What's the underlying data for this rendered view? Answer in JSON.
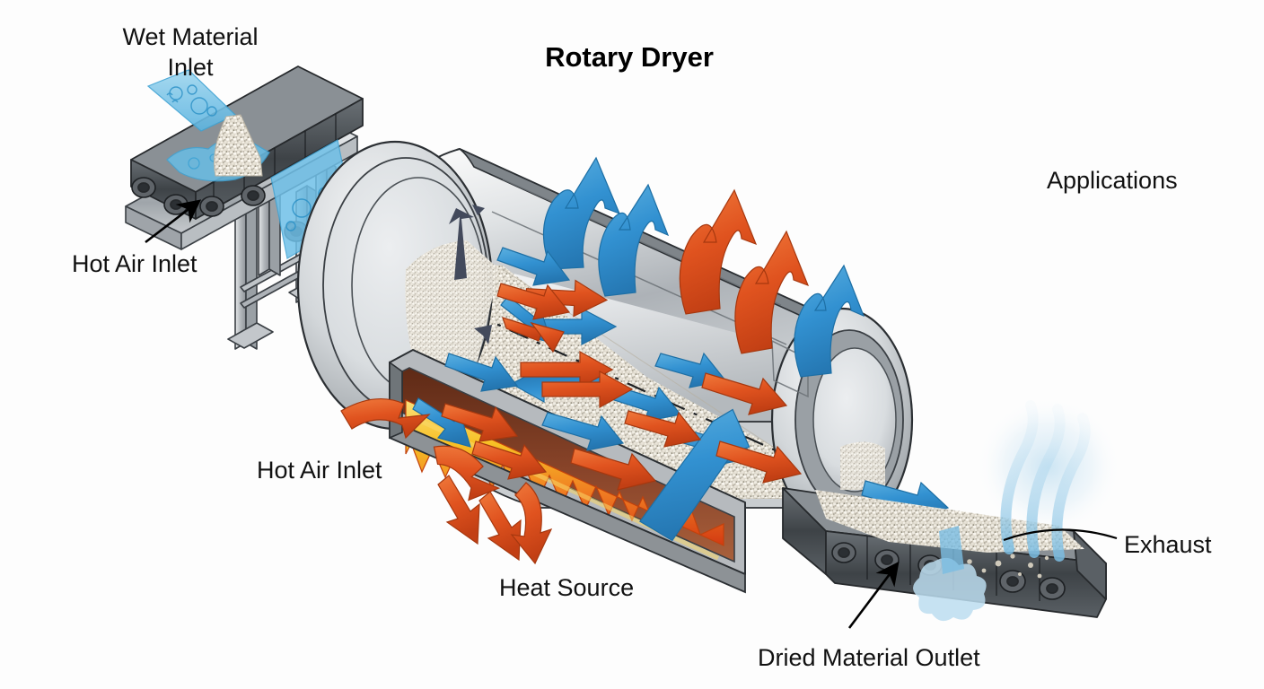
{
  "diagram": {
    "title": "Rotary Dryer",
    "background_color": "#fdfdfd",
    "labels": {
      "wet_material_inlet_line1": "Wet Material",
      "wet_material_inlet_line2": "Inlet",
      "hot_air_inlet_top": "Hot Air Inlet",
      "hot_air_inlet_bottom": "Hot Air Inlet",
      "heat_source": "Heat Source",
      "dried_material_outlet": "Dried Material Outlet",
      "exhaust": "Exhaust",
      "applications": "Applications"
    },
    "colors": {
      "cold_air_blue": "#3291d1",
      "hot_air_orange": "#e0531f",
      "flame_yellow": "#f7c025",
      "flame_orange": "#ef7a22",
      "burner_interior": "#7a3a20",
      "steel_light": "#e4e6e8",
      "steel_mid": "#b8bcc0",
      "steel_dark": "#8d9296",
      "belt_dark": "#4a4f54",
      "granular": "#d8d2c4",
      "water_blue": "#6fc0e8",
      "steam_blue": "#bcddf0",
      "rotation_arrow": "#434a5c",
      "leader_line": "#000000"
    },
    "icon_names": [
      "cold-air-arrow-icon",
      "hot-air-arrow-icon",
      "rotation-arrow-icon",
      "steam-wisp-icon",
      "leader-arrow-icon",
      "flame-icon",
      "granular-material-icon",
      "water-droplet-icon"
    ]
  }
}
